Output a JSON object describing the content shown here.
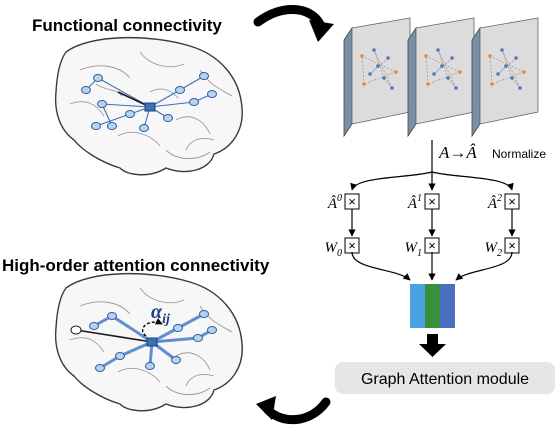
{
  "labels": {
    "functional_title": "Functional connectivity",
    "highorder_title": "High-order attention connectivity",
    "normalize_expr_lhs": "A",
    "normalize_expr_arrow": "→",
    "normalize_expr_rhs": "Â",
    "normalize_word": "Normalize",
    "alpha": "α",
    "alpha_sub": "ij",
    "gat_module": "Graph Attention module"
  },
  "powers": [
    {
      "base": "Â",
      "exp": "0",
      "weight": "W",
      "weight_sub": "0"
    },
    {
      "base": "Â",
      "exp": "1",
      "weight": "W",
      "weight_sub": "1"
    },
    {
      "base": "Â",
      "exp": "2",
      "weight": "W",
      "weight_sub": "2"
    }
  ],
  "multiply_symbol": "×",
  "colors": {
    "brain_stroke": "#3a3a3a",
    "brain_fill": "#f7f7f7",
    "node_fill": "#b7d3f0",
    "node_stroke": "#2e5e9e",
    "edge_blue": "#3d6fb6",
    "edge_dark": "#1a1a1a",
    "bar_light_blue": "#4aa3e0",
    "bar_green": "#3a8f3a",
    "bar_blue": "#4a6fc0",
    "module_bg": "#e6e6e6",
    "panel_face": "#dcdcdc",
    "panel_side": "#7a8fa8"
  },
  "icons": [
    "curved-arrow-icon",
    "down-arrow-icon",
    "multiply-box-icon"
  ]
}
